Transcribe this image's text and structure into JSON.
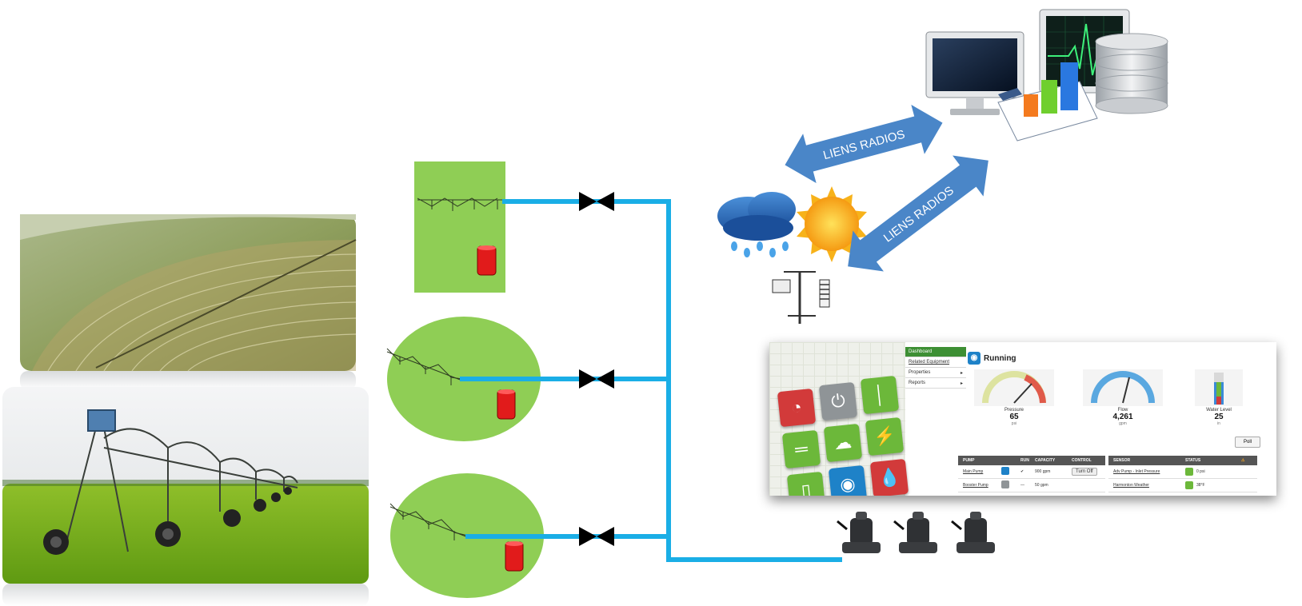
{
  "arrows": {
    "top_label": "LIENS RADIOS",
    "bottom_label": "LIENS RADIOS"
  },
  "colors": {
    "pipe": "#1aaee6",
    "field": "#8fce55",
    "arrow": "#4a86c8",
    "tank": "#e11b1b",
    "dashboard_green": "#3d8f34"
  },
  "dashboard": {
    "status_title": "Running",
    "nav": [
      {
        "label": "Dashboard",
        "active": true
      },
      {
        "label": "Related Equipment"
      },
      {
        "label": "Properties",
        "arrow": "▸"
      },
      {
        "label": "Reports",
        "arrow": "▸"
      }
    ],
    "gauges": [
      {
        "label": "Pressure",
        "value": "65",
        "unit": "psi"
      },
      {
        "label": "Flow",
        "value": "4,261",
        "unit": "gpm"
      },
      {
        "label": "Water Level",
        "value": "25",
        "unit": "in"
      }
    ],
    "poll_button": "Poll",
    "pump_table": {
      "headers": [
        "PUMP",
        "RUN",
        "CAPACITY",
        "CONTROL"
      ],
      "rows": [
        {
          "name": "Main Pump",
          "run": "✔",
          "capacity": "900 gpm",
          "control": "Turn Off"
        },
        {
          "name": "Booster Pump",
          "run": "—",
          "capacity": "50 gpm",
          "control": ""
        }
      ]
    },
    "sensor_table": {
      "headers": [
        "SENSOR",
        "STATUS"
      ],
      "rows": [
        {
          "name": "Adv Pump - Inlet Pressure",
          "status": "0 psi"
        },
        {
          "name": "Harmonton Weather",
          "status": "38°F"
        }
      ]
    }
  },
  "icons": {
    "tiles": [
      "speedometer-icon",
      "power-icon",
      "thermometer-icon",
      "valve-icon",
      "cloud-icon",
      "lightning-icon",
      "tank-icon",
      "pump-icon",
      "water-drop-icon"
    ]
  }
}
